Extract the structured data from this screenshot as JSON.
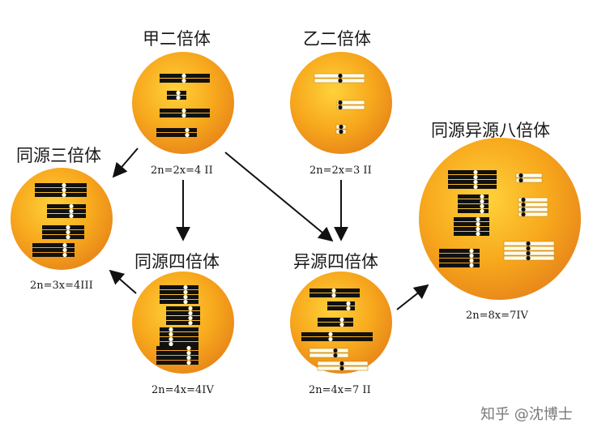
{
  "colors": {
    "circle_light": "#ffd23a",
    "circle_mid": "#f7a81c",
    "circle_dark": "#e8871a",
    "bar_black": "#111111",
    "bar_white": "#fffbea",
    "arrow": "#111111"
  },
  "nodes": {
    "jia": {
      "title": "甲二倍体",
      "formula": "2n=2x=4 II"
    },
    "yi": {
      "title": "乙二倍体",
      "formula": "2n=2x=3 II"
    },
    "auto3": {
      "title": "同源三倍体",
      "formula": "2n=3x=4III"
    },
    "auto4": {
      "title": "同源四倍体",
      "formula": "2n=4x=4IV"
    },
    "allo4": {
      "title": "异源四倍体",
      "formula": "2n=4x=7 II"
    },
    "oct": {
      "title": "同源异源八倍体",
      "formula": "2n=8x=7IV"
    }
  },
  "watermark": "知乎 @沈博士"
}
